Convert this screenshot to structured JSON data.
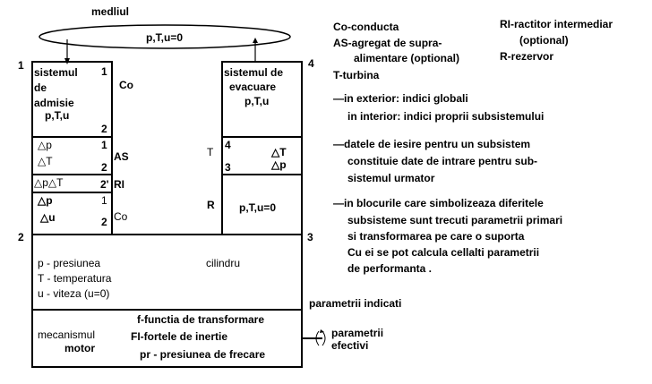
{
  "environment": {
    "label": "medliul",
    "params": "p,T,u=0"
  },
  "corners": {
    "c1": "1",
    "c2": "2",
    "c3": "3",
    "c4": "4"
  },
  "intake": {
    "title_lines": [
      "sistemul",
      "de",
      "admisie"
    ],
    "params": "p,T,u",
    "n_top": "1",
    "n_bottom": "2"
  },
  "as_block": {
    "dp": "△p",
    "dT": "△T",
    "n_top": "1",
    "n_bottom": "2",
    "label": "AS"
  },
  "ri_block": {
    "text": "△p△T",
    "n": "2'",
    "label": "RI"
  },
  "co_block": {
    "dp": "△p",
    "du": "△u",
    "n_top": "1",
    "n_bottom": "2",
    "label": "Co"
  },
  "co_top_label": "Co",
  "exhaust": {
    "title_lines": [
      "sistemul de",
      "evacuare"
    ],
    "params": "p,T,u"
  },
  "turbine_block": {
    "label": "T",
    "n_top": "4",
    "n_bottom": "3",
    "dT": "△T",
    "dp": "△p"
  },
  "reservoir_block": {
    "label": "R",
    "params": "p,T,u=0"
  },
  "cylinder": {
    "legend": [
      "p - presiunea",
      "T - temperatura",
      "u - viteza (u=0)"
    ],
    "title": "cilindru"
  },
  "mechanism": {
    "title_lines": [
      "mecanismul",
      "motor"
    ],
    "items": [
      "f-functia de transformare",
      "FI-fortele de inertie",
      "pr - presiunea de frecare"
    ]
  },
  "outputs": {
    "indicated": "parametrii indicati",
    "effective_lines": [
      "parametrii",
      "efectivi"
    ]
  },
  "legend": {
    "left": [
      "Co-conducta",
      "AS-agregat de supra-",
      "alimentare (optional)",
      "T-turbina"
    ],
    "right": [
      "RI-ractitor intermediar",
      "(optional)",
      "R-rezervor"
    ]
  },
  "notes": [
    [
      "—in exterior: indici globali",
      "in interior: indici proprii subsistemului"
    ],
    [
      "—datele de iesire pentru un subsistem",
      "constituie date de intrare pentru sub-",
      "sistemul urmator"
    ],
    [
      "—in blocurile care simbolizeaza diferitele",
      "subsisteme  sunt  trecuti parametrii primari",
      "si transformarea pe care o suporta",
      "Cu ei se pot calcula cellalti parametrii",
      "de performanta ."
    ]
  ]
}
